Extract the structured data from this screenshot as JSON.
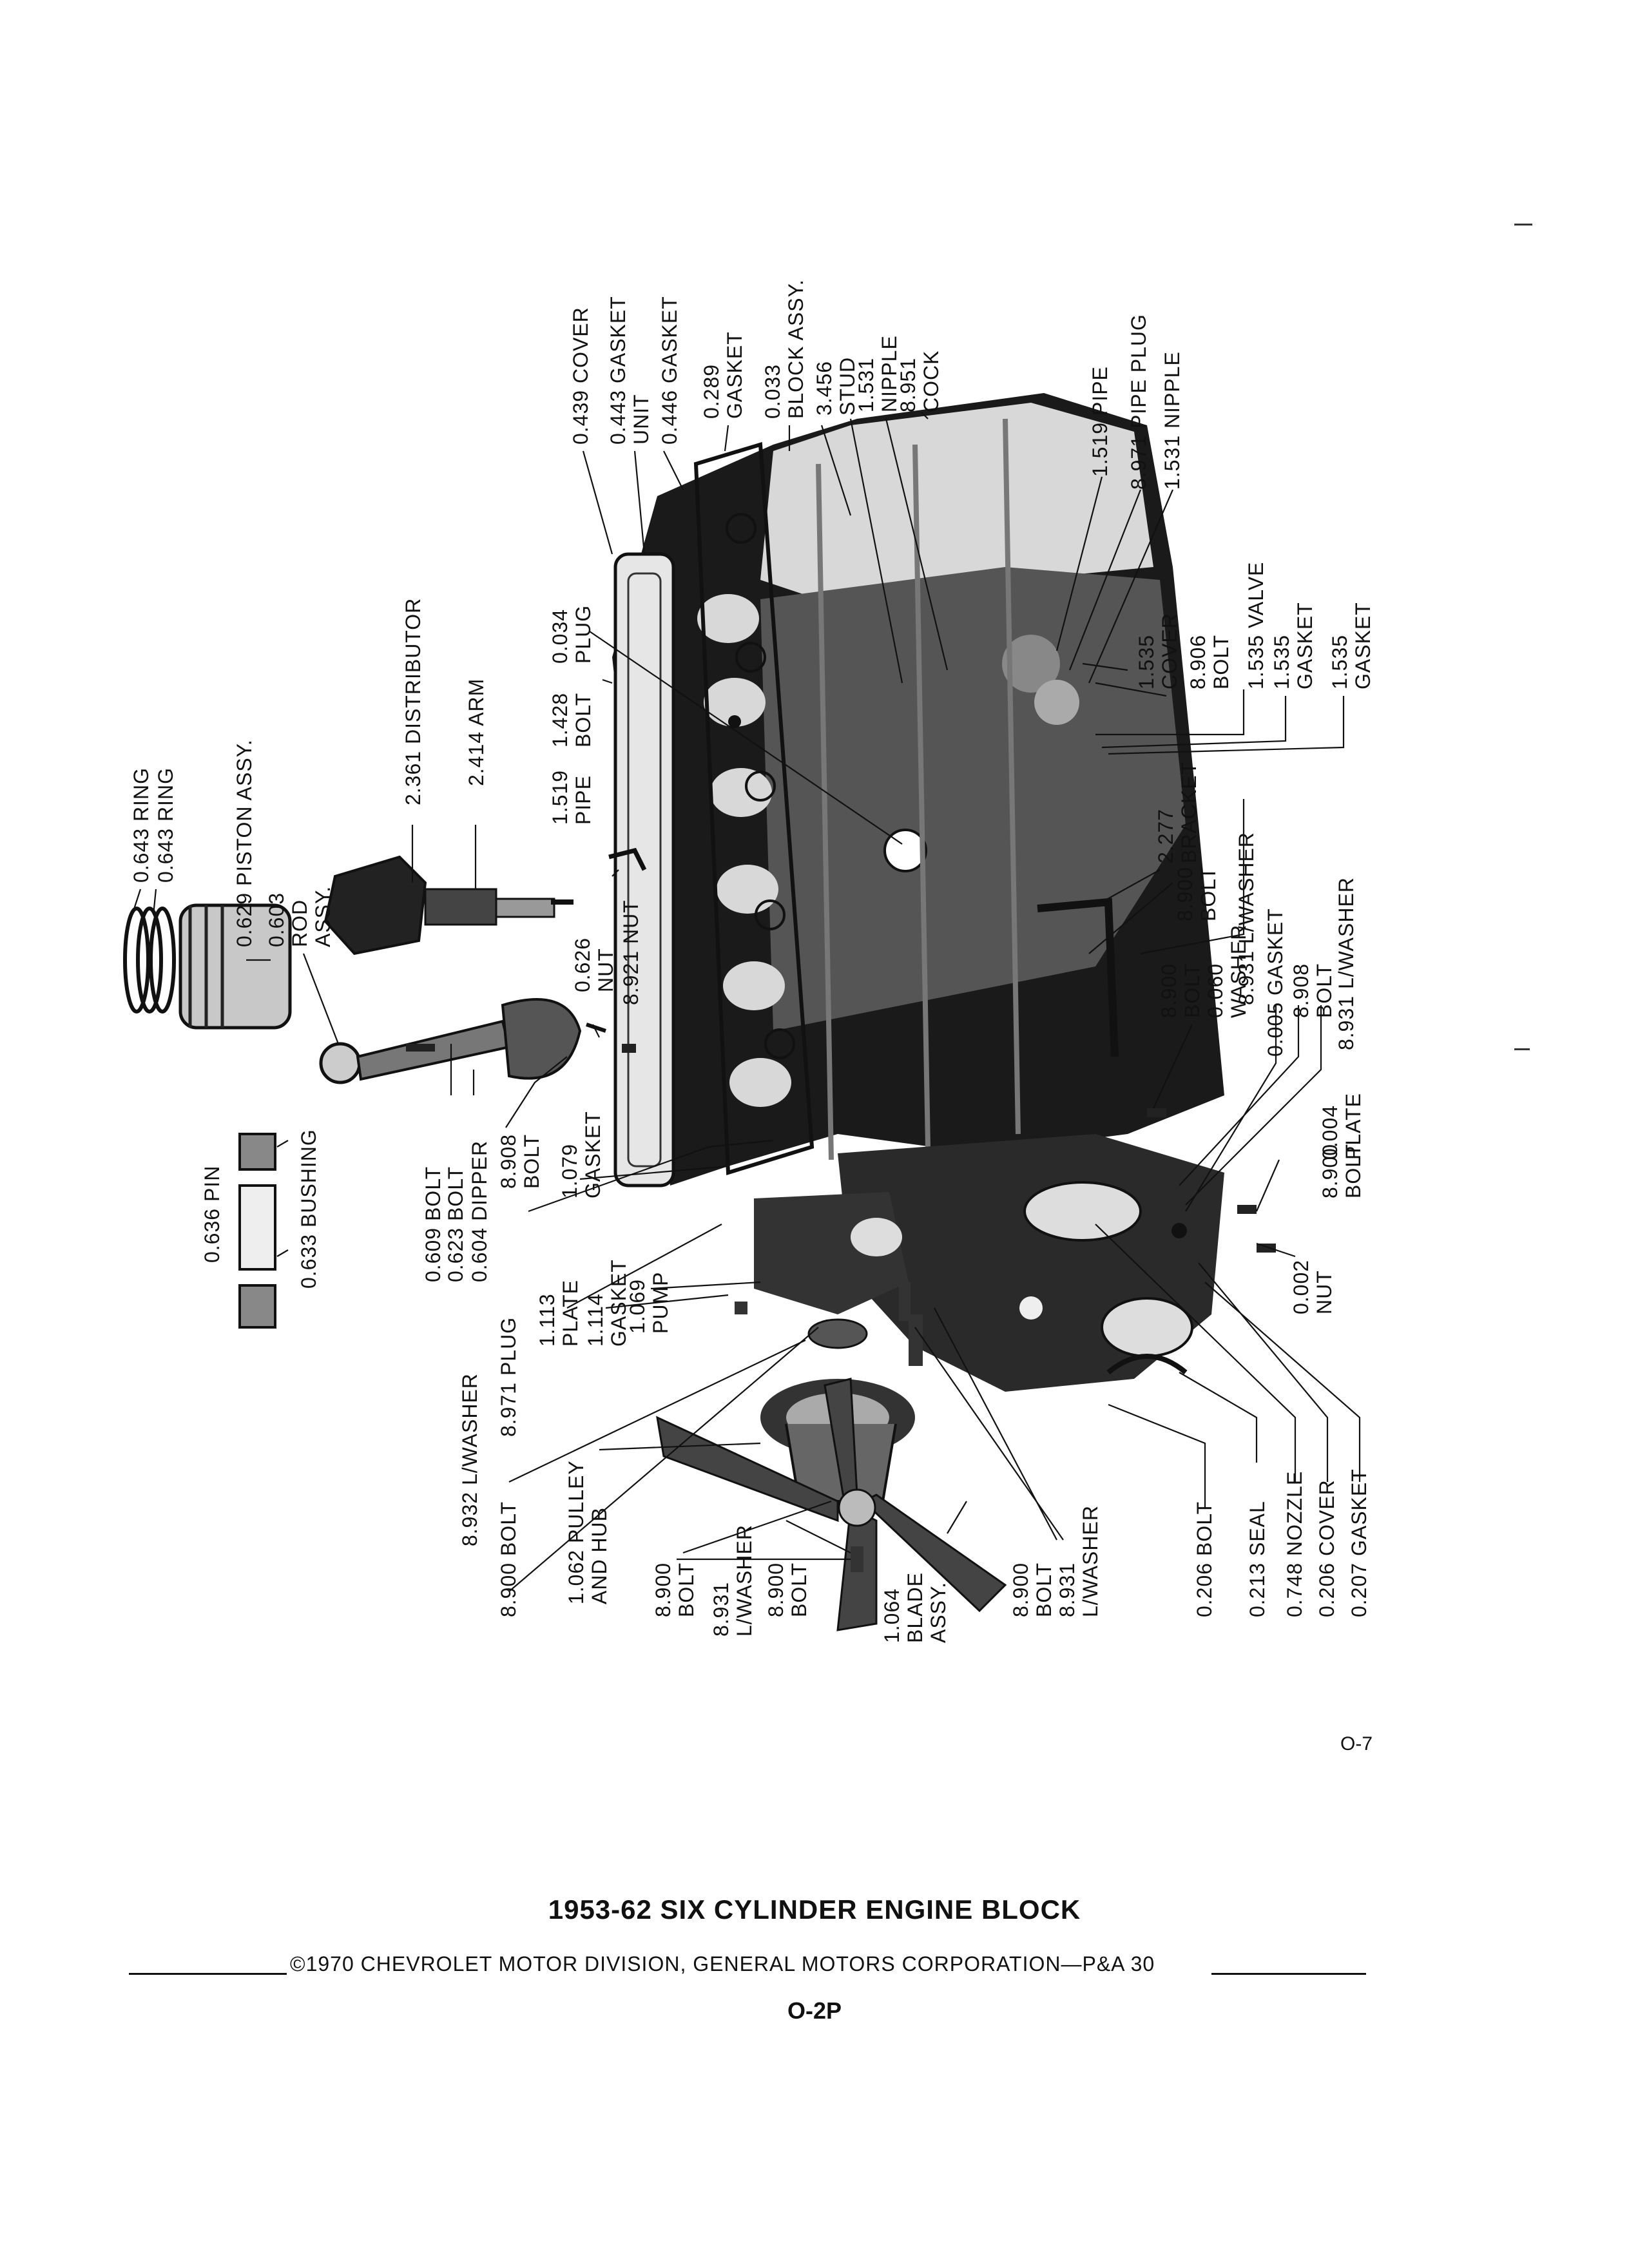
{
  "page_number": "O-7",
  "title": "1953-62 SIX CYLINDER ENGINE BLOCK",
  "copyright": "©1970 CHEVROLET MOTOR DIVISION, GENERAL MOTORS CORPORATION—P&A 30",
  "code": "O-2P",
  "labels": {
    "ring_a": "0.643 RING",
    "ring_b": "0.643 RING",
    "piston": "0.629 PISTON ASSY.",
    "rod": [
      "0.603",
      "ROD",
      "ASSY."
    ],
    "distributor": "2.361 DISTRIBUTOR",
    "arm": "2.414 ARM",
    "nut_0626": [
      "0.626",
      "NUT"
    ],
    "nut_8921": "8.921 NUT",
    "pin": "0.636 PIN",
    "bushing": "0.633 BUSHING",
    "bolt_0609": "0.609 BOLT",
    "bolt_0623": "0.623 BOLT",
    "dipper": "0.604 DIPPER",
    "bolt_8908a": [
      "8.908",
      "BOLT"
    ],
    "gasket_1079": [
      "1.079",
      "GASKET"
    ],
    "pipe_1519": [
      "1.519",
      "PIPE"
    ],
    "bolt_1428": [
      "1.428",
      "BOLT"
    ],
    "plug_0034": [
      "0.034",
      "PLUG"
    ],
    "cover_0439": "0.439 COVER",
    "gasket_0443": [
      "0.443 GASKET",
      "UNIT"
    ],
    "gasket_0446": "0.446 GASKET",
    "gasket_0289": [
      "0.289",
      "GASKET"
    ],
    "block": [
      "0.033",
      "BLOCK ASSY."
    ],
    "stud": [
      "3.456",
      "STUD"
    ],
    "nipple_1531a": [
      "1.531",
      "NIPPLE"
    ],
    "cock": [
      "8.951",
      "COCK"
    ],
    "pipe_1519b": "1.519 PIPE",
    "pipe_plug": "8.971 PIPE PLUG",
    "nipple_1531b": "1.531 NIPPLE",
    "cover_1535": [
      "1.535",
      "COVER"
    ],
    "bolt_8906": [
      "8.906",
      "BOLT"
    ],
    "valve_1535": "1.535 VALVE",
    "gasket_1535a": [
      "1.535",
      "GASKET"
    ],
    "gasket_1535b": [
      "1.535",
      "GASKET"
    ],
    "bracket": [
      "2.277",
      "BRACKET"
    ],
    "lwasher_8931a": "8.931 L/WASHER",
    "bolt_8900a": [
      "8.900",
      "BOLT"
    ],
    "bolt_washer": [
      "8.900",
      "BOLT",
      "0.060",
      "WASHER"
    ],
    "gasket_0005": "0.005 GASKET",
    "bolt_8908b": [
      "8.908",
      "BOLT"
    ],
    "lwasher_8931b": "8.931 L/WASHER",
    "plate_1113": [
      "1.113",
      "PLATE"
    ],
    "gasket_1114": [
      "1.114",
      "GASKET"
    ],
    "pump": [
      "1.069",
      "PUMP"
    ],
    "bolt_plate": [
      "8.900",
      "BOLT",
      "0.004",
      "PLATE"
    ],
    "nut_0002": [
      "0.002",
      "NUT"
    ],
    "lwasher_8932": "8.932 L/WASHER",
    "plug_8971": "8.971 PLUG",
    "bolt_8900b": "8.900 BOLT",
    "pulley": [
      "1.062 PULLEY",
      "AND HUB"
    ],
    "bolt_8900c": [
      "8.900",
      "BOLT"
    ],
    "lwasher_8931c": [
      "8.931",
      "L/WASHER"
    ],
    "bolt_8900d": [
      "8.900",
      "BOLT"
    ],
    "blade": [
      "1.064",
      "BLADE",
      "ASSY."
    ],
    "bolt_lwasher": [
      "8.900",
      "BOLT",
      "8.931",
      "L/WASHER"
    ],
    "bolt_0206": "0.206 BOLT",
    "seal": "0.213 SEAL",
    "nozzle": "0.748 NOZZLE",
    "cover_0206": "0.206 COVER",
    "gasket_0207": "0.207 GASKET"
  }
}
